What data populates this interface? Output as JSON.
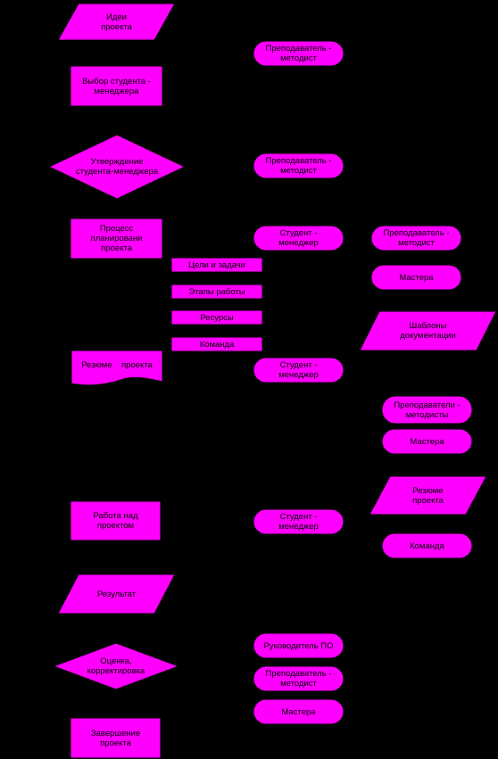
{
  "colors": {
    "fill": "#ff00ff",
    "background": "#000000",
    "stroke": "#000000",
    "text": "#000000"
  },
  "nodes": {
    "idea": "Идеи\nпроекта",
    "select_manager": "Выбор студента -\nменеджера",
    "approve_manager": "Утверждение\nстудента-менеджера",
    "planning": "Процесс\nпланировани\nпроекта",
    "resume": "Резюме    проекта",
    "work": "Работа над\nпроектом",
    "result": "Результат",
    "evaluation": "Оценка,\nкорректировка",
    "completion": "Завершение\nпроекта",
    "methodist_1": "Преподаватель -\nметодист",
    "methodist_2": "Преподаватель -\nметодист",
    "student_manager_1": "Студент -\nменеджер",
    "student_manager_2": "Студент -\nменеджер",
    "student_manager_3": "Студент -\nменеджер",
    "methodist_3": "Преподаватель -\nметодист",
    "masters_1": "Мастера",
    "templates": "Шаблоны\nдокументации",
    "methodists": "Преподаватели -\nметодисты",
    "masters_2": "Мастера",
    "resume_2": "Резюме\nпроекта",
    "team_2": "Команда",
    "head_po": "Руководитель ПО",
    "methodist_4": "Преподаватель -\nметодист",
    "masters_3": "Мастера"
  },
  "plan_items": {
    "goals": "Цели и задачи",
    "stages": "Этапы работы",
    "resources": "Ресурсы",
    "team": "Команда"
  }
}
